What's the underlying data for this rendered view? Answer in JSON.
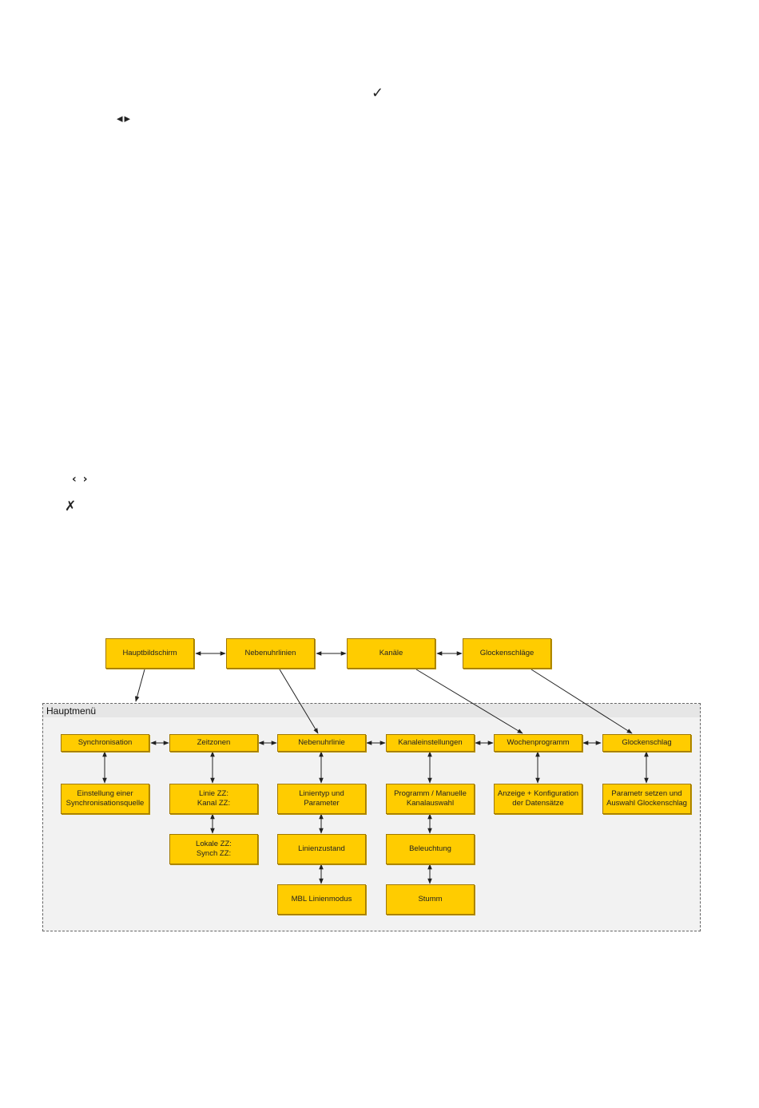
{
  "symbols": {
    "check": "✓",
    "nav_arrows": "◂▸",
    "nav_arrows_2": "‹›",
    "cancel": "✗"
  },
  "diagram": {
    "top_row": {
      "hauptbildschirm": "Hauptbildschirm",
      "nebenuhrlinien": "Nebenuhrlinien",
      "kanaele": "Kanäle",
      "glockenschlaege": "Glockenschläge"
    },
    "menu_title": "Hauptmenü",
    "menu_row": {
      "synchronisation": "Synchronisation",
      "zeitzonen": "Zeitzonen",
      "nebenuhrlinie": "Nebenuhrlinie",
      "kanaleinstellungen": "Kanaleinstellungen",
      "wochenprogramm": "Wochenprogramm",
      "glockenschlag": "Glockenschlag"
    },
    "sub": {
      "synchronisationsquelle": "Einstellung einer Synchronisationsquelle",
      "linie_zz": "Linie ZZ: Kanal ZZ:",
      "lokale_zz": "Lokale ZZ: Synch ZZ:",
      "linientyp": "Linientyp und Parameter",
      "linienzustand": "Linienzustand",
      "mbl": "MBL Linienmodus",
      "programm": "Programm / Manuelle Kanalauswahl",
      "beleuchtung": "Beleuchtung",
      "stumm": "Stumm",
      "anzeige": "Anzeige + Konfiguration der Datensätze",
      "parametr": "Parametr setzen und Auswahl Glockenschlag"
    }
  },
  "colors": {
    "box_fill": "#ffcc00",
    "box_border": "#a07800",
    "panel_fill": "#f2f2f2"
  }
}
